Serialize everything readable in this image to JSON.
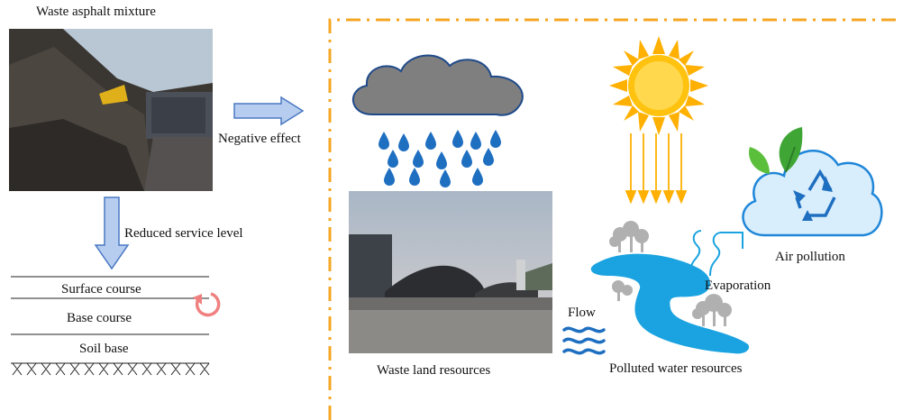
{
  "labels": {
    "waste_mixture": "Waste asphalt mixture",
    "negative_effect": "Negative effect",
    "reduced_service": "Reduced service level",
    "surface_course": "Surface course",
    "base_course": "Base course",
    "soil_base": "Soil base",
    "waste_land": "Waste land resources",
    "flow": "Flow",
    "evaporation": "Evaporation",
    "polluted_water": "Polluted water resources",
    "air_pollution": "Air pollution"
  },
  "colors": {
    "arrow_fill": "#b7cdf0",
    "arrow_stroke": "#4a78c2",
    "dashed_border": "#f5a623",
    "cloud_gray": "#7f7f7f",
    "rain_blue": "#1f6fc1",
    "sun_orange": "#ffb000",
    "sun_core": "#ffd84d",
    "water_blue": "#1aa3e0",
    "air_cloud_fill": "#d9eefc",
    "air_cloud_stroke": "#1f86d8",
    "leaf_green": "#3fa535",
    "cycle_arrow": "#f08080"
  }
}
